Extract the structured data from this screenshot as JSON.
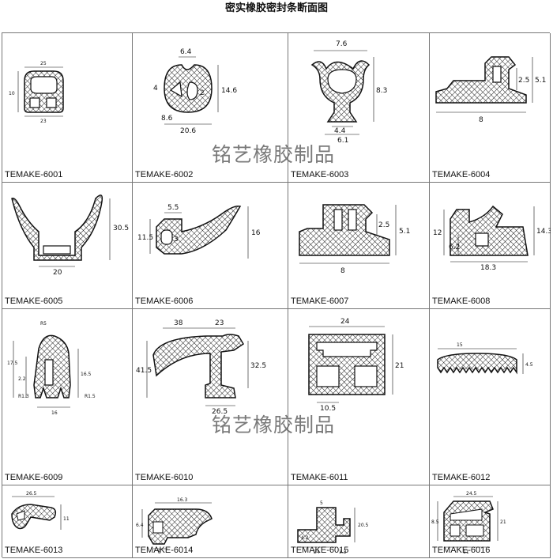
{
  "header": {
    "title": "密实橡胶密封条断面图"
  },
  "watermark": {
    "text": "铭艺橡胶制品"
  },
  "items": [
    {
      "code": "TEMAKE-6001",
      "dims": [
        "25",
        "10",
        "23"
      ]
    },
    {
      "code": "TEMAKE-6002",
      "dims": [
        "6.4",
        "4",
        "2",
        "14.6",
        "8.6",
        "20.6"
      ]
    },
    {
      "code": "TEMAKE-6003",
      "dims": [
        "7.6",
        "8.3",
        "4.4",
        "6.1"
      ]
    },
    {
      "code": "TEMAKE-6004",
      "dims": [
        "2.5",
        "5.1",
        "8"
      ]
    },
    {
      "code": "TEMAKE-6005",
      "dims": [
        "30.5",
        "20"
      ]
    },
    {
      "code": "TEMAKE-6006",
      "dims": [
        "5.5",
        "11.5",
        "3",
        "16"
      ]
    },
    {
      "code": "TEMAKE-6007",
      "dims": [
        "2.5",
        "5.1",
        "8"
      ]
    },
    {
      "code": "TEMAKE-6008",
      "dims": [
        "12",
        "6.2",
        "14.3",
        "18.3"
      ]
    },
    {
      "code": "TEMAKE-6009",
      "dims": [
        "R5",
        "17.5",
        "2.2",
        "16.5",
        "R1.3",
        "R1.5",
        "16"
      ]
    },
    {
      "code": "TEMAKE-6010",
      "dims": [
        "38",
        "23",
        "41.5",
        "32.5",
        "26.5"
      ]
    },
    {
      "code": "TEMAKE-6011",
      "dims": [
        "24",
        "21",
        "10.5"
      ]
    },
    {
      "code": "TEMAKE-6012",
      "dims": [
        "15",
        "4.5"
      ]
    },
    {
      "code": "TEMAKE-6013",
      "dims": [
        "26.5",
        "11"
      ]
    },
    {
      "code": "TEMAKE-6014",
      "dims": [
        "16.3",
        "6.4",
        "5"
      ]
    },
    {
      "code": "TEMAKE-6015",
      "dims": [
        "5",
        "20.5",
        "4.2",
        "24",
        "3.2"
      ]
    },
    {
      "code": "TEMAKE-6016",
      "dims": [
        "24.5",
        "8.5",
        "11",
        "21"
      ]
    }
  ]
}
